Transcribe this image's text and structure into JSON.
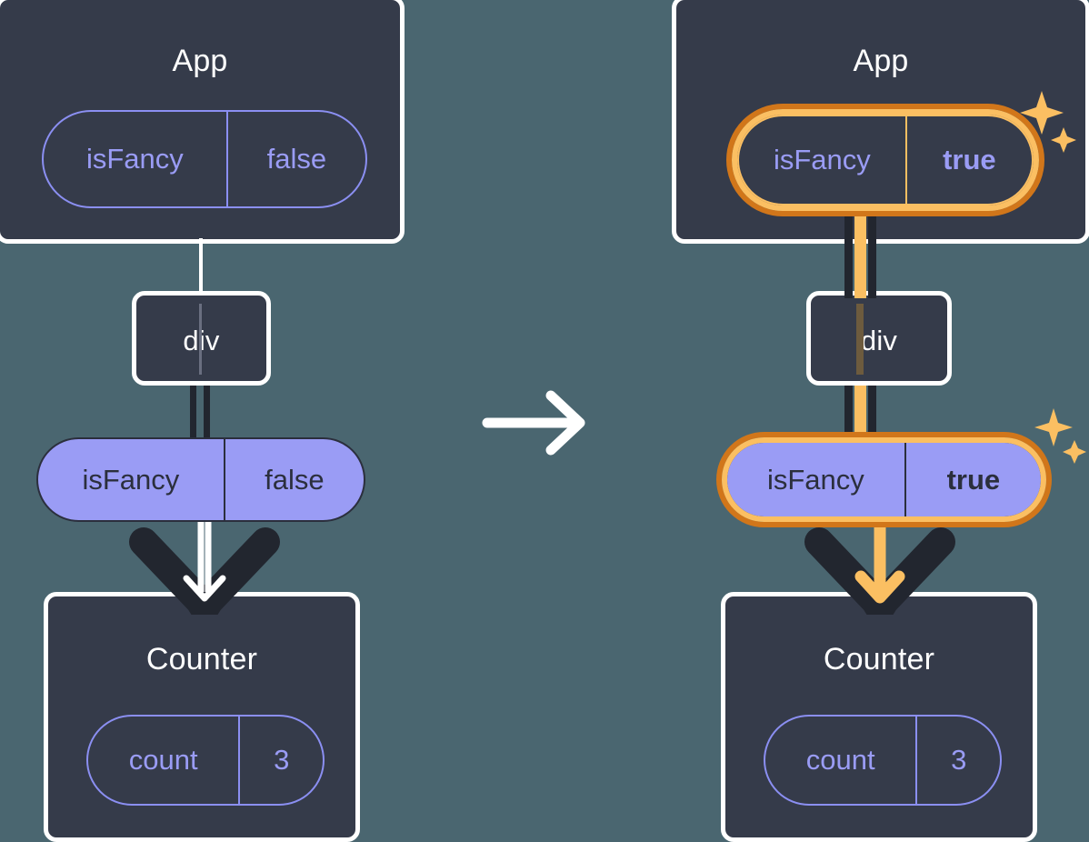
{
  "diagram": {
    "type": "react-state-flow",
    "background_color": "#4a6670",
    "box_color": "#353b4a",
    "pill_purple": "#9a9cf5",
    "highlight_orange_dark": "#d1761a",
    "highlight_orange_light": "#fbbf62",
    "transition_icon": "right-arrow-icon"
  },
  "left": {
    "app": {
      "title": "App",
      "prop": {
        "key": "isFancy",
        "value": "false"
      }
    },
    "div": {
      "label": "div"
    },
    "prop_pill": {
      "key": "isFancy",
      "value": "false"
    },
    "counter": {
      "title": "Counter",
      "state": {
        "key": "count",
        "value": "3"
      }
    }
  },
  "right": {
    "app": {
      "title": "App",
      "prop": {
        "key": "isFancy",
        "value": "true"
      },
      "highlighted": true,
      "sparkle_icon": "sparkles-icon"
    },
    "div": {
      "label": "div"
    },
    "prop_pill": {
      "key": "isFancy",
      "value": "true",
      "highlighted": true,
      "sparkle_icon": "sparkles-icon"
    },
    "counter": {
      "title": "Counter",
      "state": {
        "key": "count",
        "value": "3"
      }
    }
  }
}
